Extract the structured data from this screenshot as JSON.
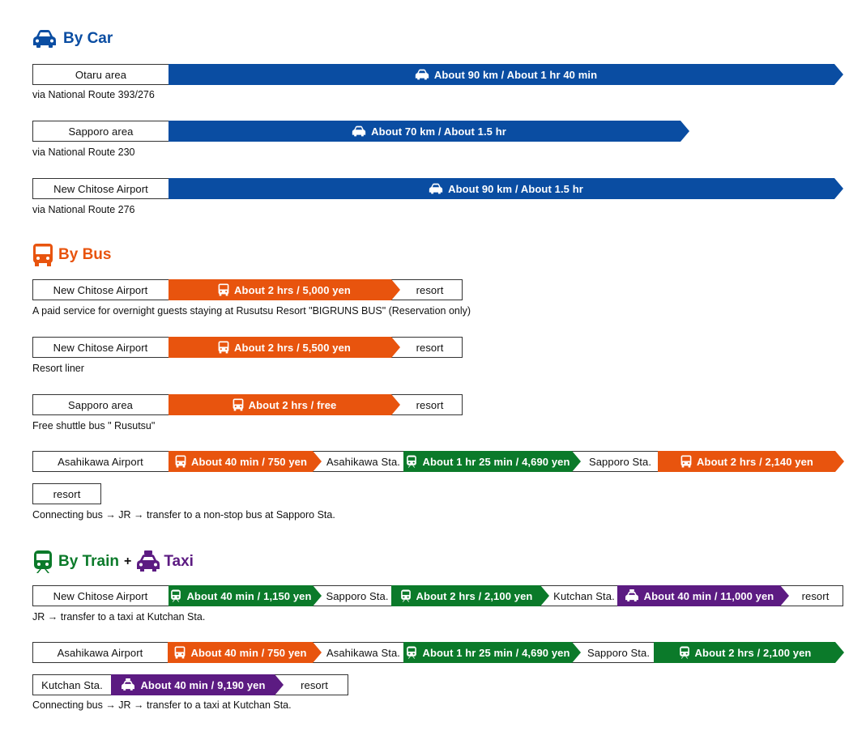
{
  "car": {
    "title": "By Car",
    "otaru": {
      "from": "Otaru area",
      "route": "About 90 km / About 1 hr 40 min",
      "note": "via National Route 393/276"
    },
    "sapporo": {
      "from": "Sapporo area",
      "route": "About 70 km / About 1.5 hr",
      "note": "via National Route 230"
    },
    "chitose": {
      "from": "New Chitose Airport",
      "route": "About 90 km / About 1.5 hr",
      "note": "via National Route 276"
    }
  },
  "bus": {
    "title": "By Bus",
    "r1": {
      "from": "New Chitose Airport",
      "leg": "About 2 hrs / 5,000 yen",
      "to": "resort",
      "note": "A paid service for overnight guests staying at Rusutsu Resort \"BIGRUNS BUS\" (Reservation only)"
    },
    "r2": {
      "from": "New Chitose Airport",
      "leg": "About 2 hrs / 5,500 yen",
      "to": "resort",
      "note": "Resort liner"
    },
    "r3": {
      "from": "Sapporo area",
      "leg": "About 2 hrs / free",
      "to": "resort",
      "note": "Free shuttle bus \" Rusutsu\""
    },
    "r4": {
      "from": "Asahikawa Airport",
      "leg1": "About 40 min / 750 yen",
      "stop1": "Asahikawa Sta.",
      "leg2": "About 1 hr 25 min / 4,690 yen",
      "stop2": "Sapporo Sta.",
      "leg3": "About 2 hrs / 2,140 yen",
      "to": "resort",
      "note": "Connecting bus → JR → transfer to  a non-stop bus at Sapporo Sta."
    }
  },
  "train": {
    "title": "By Train",
    "plus": "+",
    "taxi_title": "Taxi",
    "r1": {
      "from": "New Chitose Airport",
      "leg1": "About 40 min / 1,150 yen",
      "stop1": "Sapporo Sta.",
      "leg2": "About 2 hrs / 2,100 yen",
      "stop2": "Kutchan Sta.",
      "leg3": "About 40 min / 11,000 yen",
      "to": "resort",
      "note": "JR → transfer to a taxi at Kutchan Sta."
    },
    "r2": {
      "from": "Asahikawa Airport",
      "leg1": "About 40 min / 750 yen",
      "stop1": "Asahikawa Sta.",
      "leg2": "About 1 hr 25 min / 4,690 yen",
      "stop2": "Sapporo Sta.",
      "leg3": "About 2 hrs / 2,100 yen",
      "stop3": "Kutchan Sta.",
      "leg4": "About 40 min / 9,190 yen",
      "to": "resort",
      "note": "Connecting bus → JR → transfer to a taxi at Kutchan Sta."
    }
  },
  "colors": {
    "car": "#0a4da2",
    "bus": "#e8540e",
    "train": "#0b7a2a",
    "taxi": "#5c1b82"
  },
  "icons": [
    "car-icon",
    "bus-icon",
    "train-icon",
    "taxi-icon"
  ]
}
